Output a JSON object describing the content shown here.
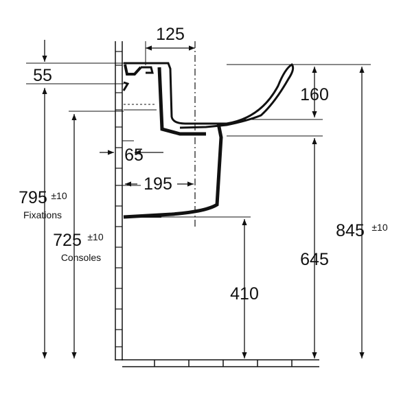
{
  "dimensions": {
    "top_width": "125",
    "fixation_offset": "55",
    "basin_depth": "160",
    "wall_offset_small": "65",
    "wall_offset_large": "195",
    "fixations_height": "795",
    "fixations_tolerance": "±10",
    "fixations_label": "Fixations",
    "consoles_height": "725",
    "consoles_tolerance": "±10",
    "consoles_label": "Consoles",
    "pedestal_height": "645",
    "trap_height": "410",
    "overall_height": "845",
    "overall_tolerance": "±10"
  },
  "colors": {
    "line": "#111111",
    "background": "#ffffff"
  }
}
